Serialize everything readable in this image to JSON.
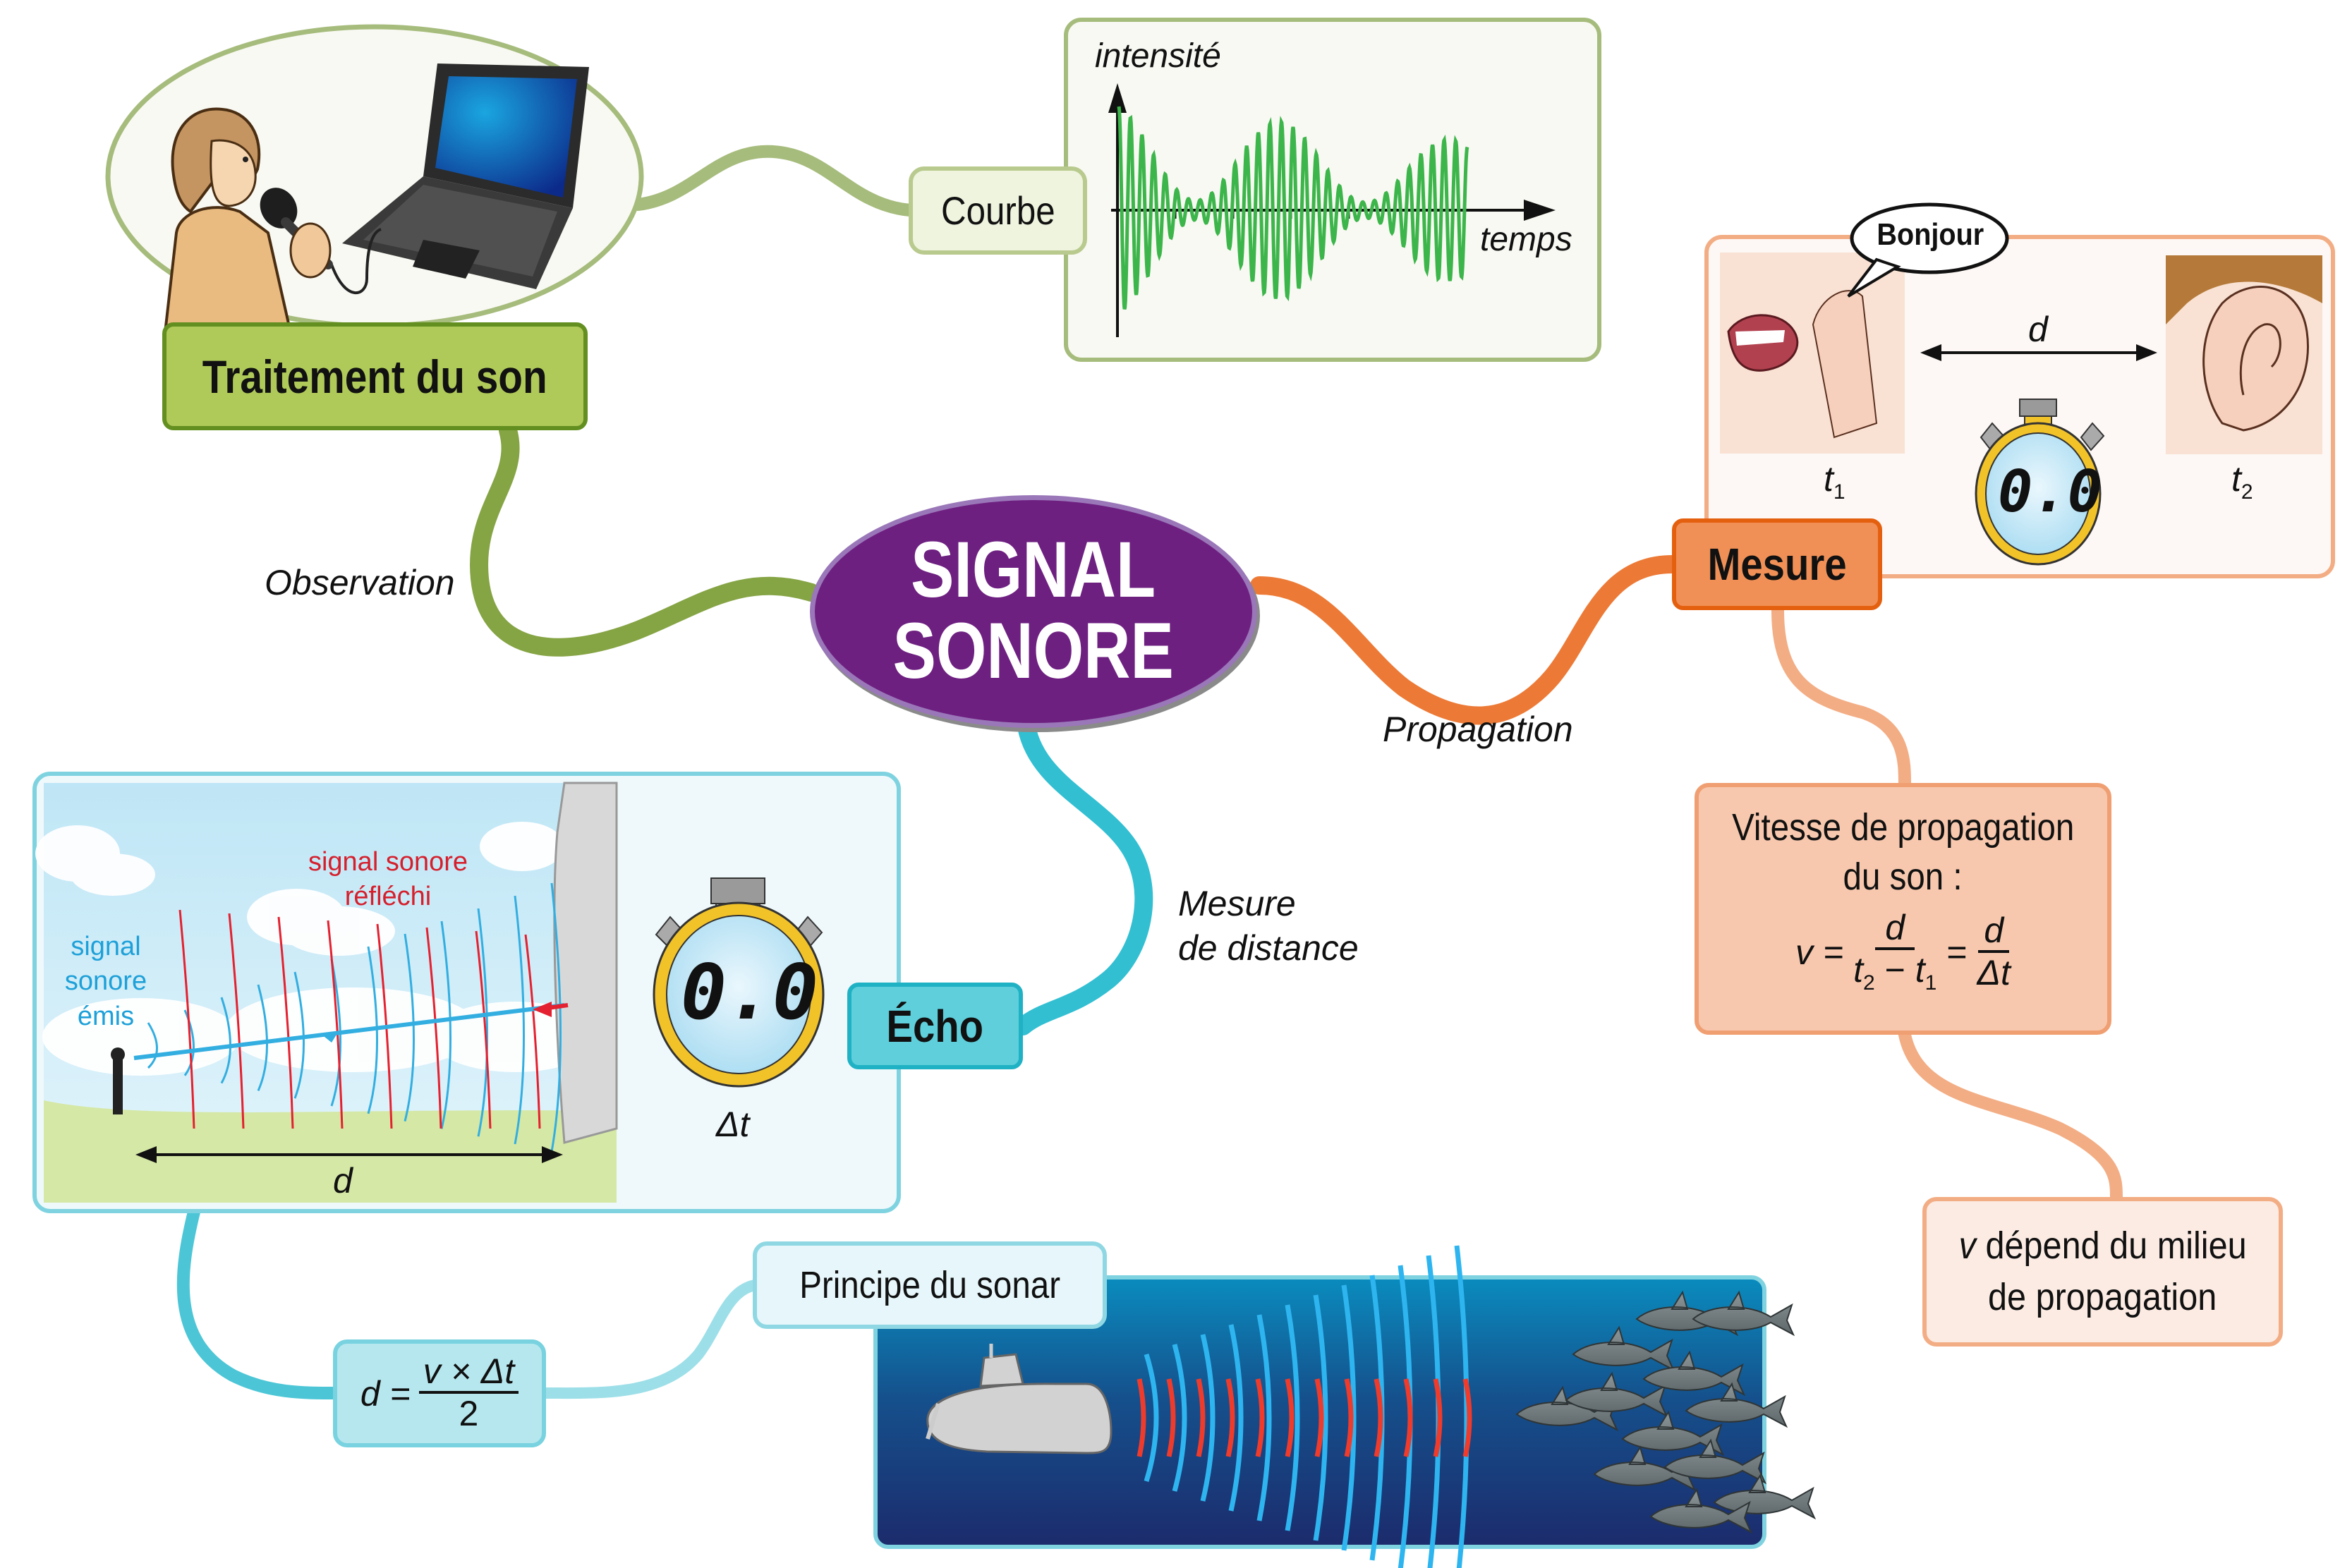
{
  "center": {
    "line1": "SIGNAL",
    "line2": "SONORE"
  },
  "colors": {
    "center_fill": "#6e2081",
    "center_border": "#9a77b8",
    "green_branch": "#85a444",
    "green_light": "#a6bc7c",
    "green_box": "#afca59",
    "green_box_border": "#628f20",
    "orange_branch": "#ec7a36",
    "orange_light": "#f3ad84",
    "orange_box": "#f09057",
    "orange_box_border": "#e4600f",
    "peach_box": "#f7c8ae",
    "peach_light_box": "#fbebe3",
    "cyan_branch": "#32bfd2",
    "cyan_light": "#9ddfe8",
    "cyan_box": "#5fcfdb",
    "cyan_formula_box": "#b6e7ee",
    "wave_green": "#3cb54a",
    "sonar_dark": "#1b2d6e",
    "sonar_light": "#0c8cbf"
  },
  "branches": {
    "observation": {
      "connector_label": "Observation",
      "node_label": "Traitement du son",
      "illustration": "person-speaking-into-microphone-connected-to-laptop",
      "child": {
        "label": "Courbe",
        "chart": {
          "y_label": "intensité",
          "x_label": "temps"
        }
      }
    },
    "propagation": {
      "connector_label": "Propagation",
      "node_label": "Mesure",
      "illustration": {
        "speech_bubble": "Bonjour",
        "distance_label": "d",
        "t1_label": "t",
        "t1_sub": "1",
        "t2_label": "t",
        "t2_sub": "2",
        "stopwatch_display": "0.0"
      },
      "children": [
        {
          "title_line1": "Vitesse de propagation",
          "title_line2": "du son :",
          "formula": {
            "lhs": "v =",
            "frac1_num": "d",
            "frac1_den_t2": "t",
            "frac1_den_sub2": "2",
            "frac1_den_minus": " − ",
            "frac1_den_t1": "t",
            "frac1_den_sub1": "1",
            "eq": "=",
            "frac2_num": "d",
            "frac2_den": "Δt"
          }
        },
        {
          "var": "v",
          "line1_rest": " dépend du milieu",
          "line2": "de propagation"
        }
      ]
    },
    "distance": {
      "connector_label_line1": "Mesure",
      "connector_label_line2": "de distance",
      "node_label": "Écho",
      "illustration": {
        "emitted_label": [
          "signal",
          "sonore",
          "émis"
        ],
        "reflected_label": [
          "signal sonore",
          "réfléchi"
        ],
        "distance_label": "d",
        "stopwatch_display": "0.0",
        "delta_t_label": "Δt"
      },
      "formula": {
        "lhs": "d =",
        "num": "v × Δt",
        "den": "2"
      },
      "child": {
        "label": "Principe du sonar",
        "illustration": "submarine-emitting-sonar-waves-toward-school-of-sharks"
      }
    }
  }
}
